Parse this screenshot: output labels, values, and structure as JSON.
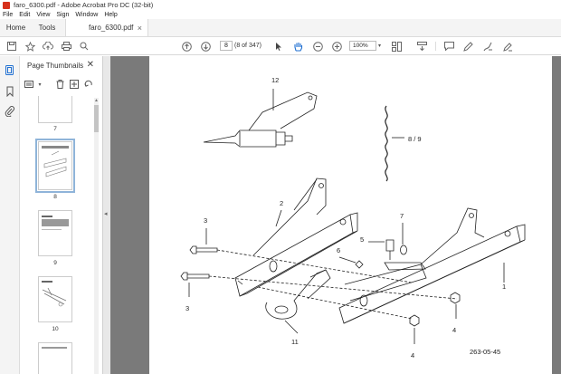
{
  "window": {
    "title": "faro_6300.pdf - Adobe Acrobat Pro DC (32-bit)"
  },
  "menu": [
    "File",
    "Edit",
    "View",
    "Sign",
    "Window",
    "Help"
  ],
  "tabs": {
    "home": "Home",
    "tools": "Tools",
    "document": "faro_6300.pdf"
  },
  "toolbar": {
    "page_current": "8",
    "page_count": "(8 of 347)",
    "zoom": "100%"
  },
  "thumbnails": {
    "title": "Page Thumbnails",
    "pages": [
      {
        "label": "7"
      },
      {
        "label": "8",
        "selected": true
      },
      {
        "label": "9"
      },
      {
        "label": "10"
      },
      {
        "label": ""
      }
    ]
  },
  "document": {
    "doc_number": "263-05-45",
    "callouts": [
      "12",
      "8 / 9",
      "2",
      "3",
      "7",
      "5",
      "6",
      "1",
      "3",
      "11",
      "4",
      "4"
    ]
  },
  "colors": {
    "accent": "#1f6fd1",
    "viewer_bg": "#7a7a7a",
    "selected_outline": "#8fb4d9"
  }
}
